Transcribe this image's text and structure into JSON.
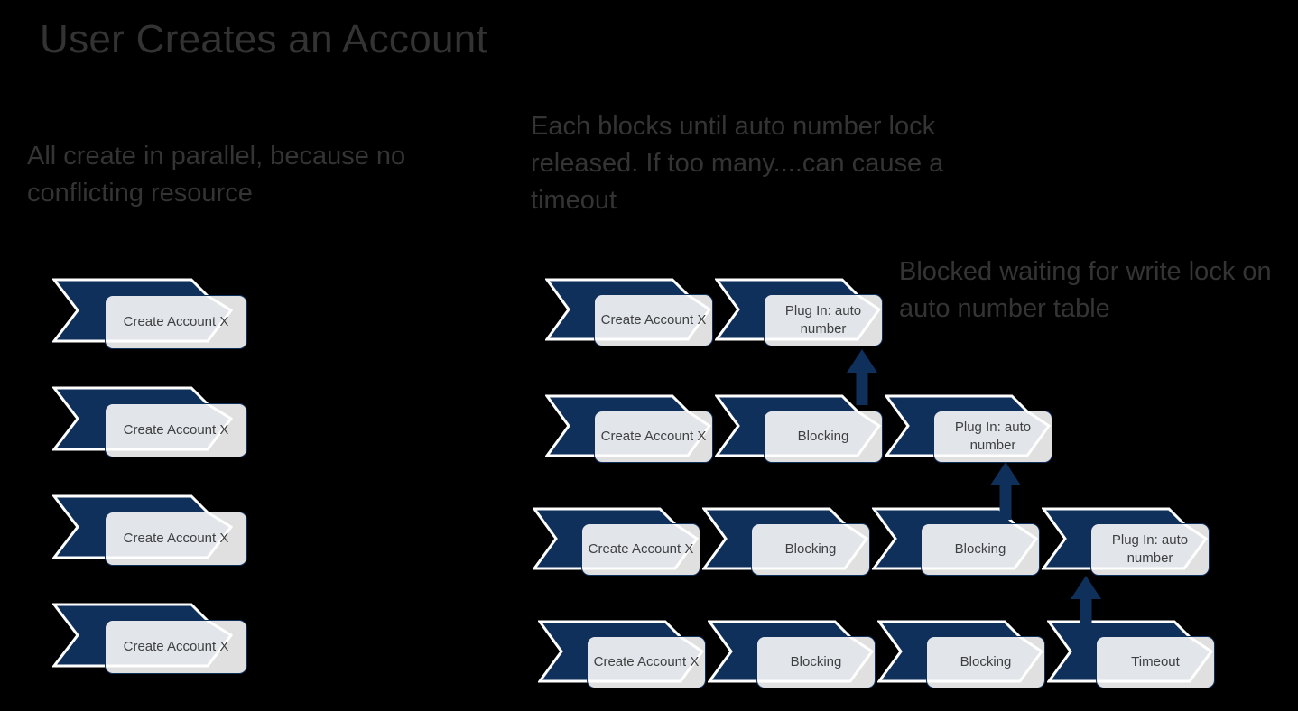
{
  "slide": {
    "title": "User Creates an Account",
    "background_color": "#000000",
    "title_color": "#333333",
    "accent_navy": "#10305c",
    "box_fill": "#ffffff",
    "label_color": "#404040"
  },
  "captions": {
    "left": "All create in parallel, because no conflicting resource",
    "middle": "Each blocks until auto number lock released. If too many....can cause a timeout",
    "right": "Blocked waiting for write lock on auto number table"
  },
  "left_column": {
    "rows": [
      {
        "label": "Create Account X"
      },
      {
        "label": "Create Account X"
      },
      {
        "label": "Create Account X"
      },
      {
        "label": "Create Account X"
      }
    ]
  },
  "right_column": {
    "rows": [
      {
        "steps": [
          {
            "label": "Create Account X"
          },
          {
            "label": "Plug In: auto number"
          }
        ]
      },
      {
        "steps": [
          {
            "label": "Create Account X"
          },
          {
            "label": "Blocking"
          },
          {
            "label": "Plug In: auto number"
          }
        ]
      },
      {
        "steps": [
          {
            "label": "Create Account X"
          },
          {
            "label": "Blocking"
          },
          {
            "label": "Blocking"
          },
          {
            "label": "Plug In: auto number"
          }
        ]
      },
      {
        "steps": [
          {
            "label": "Create Account X"
          },
          {
            "label": "Blocking"
          },
          {
            "label": "Blocking"
          },
          {
            "label": "Timeout"
          }
        ]
      }
    ],
    "connectors": [
      {
        "name": "arrow-row2-to-row1"
      },
      {
        "name": "arrow-row3-to-row2"
      },
      {
        "name": "arrow-row4-to-row3"
      }
    ]
  }
}
